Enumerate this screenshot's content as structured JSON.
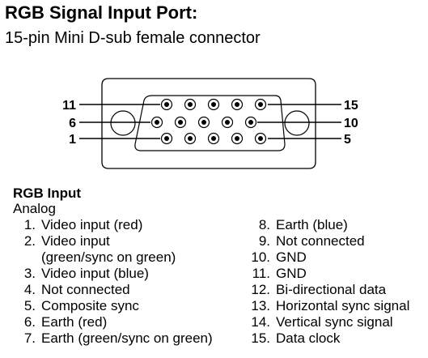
{
  "header": {
    "title": "RGB Signal Input Port:",
    "subtitle": "15-pin Mini D-sub female connector"
  },
  "connector": {
    "callouts": {
      "left_top": "11",
      "left_middle": "6",
      "left_bottom": "1",
      "right_top": "15",
      "right_middle": "10",
      "right_bottom": "5"
    }
  },
  "section": {
    "title": "RGB Input",
    "subtitle": "Analog"
  },
  "pins_left": [
    {
      "num": "1.",
      "text": "Video input (red)"
    },
    {
      "num": "2.",
      "text": "Video input"
    },
    {
      "num": "",
      "text": "(green/sync on green)"
    },
    {
      "num": "3.",
      "text": "Video input (blue)"
    },
    {
      "num": "4.",
      "text": "Not connected"
    },
    {
      "num": "5.",
      "text": "Composite sync"
    },
    {
      "num": "6.",
      "text": "Earth (red)"
    },
    {
      "num": "7.",
      "text": "Earth (green/sync on green)"
    }
  ],
  "pins_right": [
    {
      "num": "8.",
      "text": "Earth (blue)"
    },
    {
      "num": "9.",
      "text": "Not connected"
    },
    {
      "num": "10.",
      "text": "GND"
    },
    {
      "num": "11.",
      "text": "GND"
    },
    {
      "num": "12.",
      "text": "Bi-directional data"
    },
    {
      "num": "13.",
      "text": "Horizontal sync signal"
    },
    {
      "num": "14.",
      "text": "Vertical sync signal"
    },
    {
      "num": "15.",
      "text": "Data clock"
    }
  ]
}
